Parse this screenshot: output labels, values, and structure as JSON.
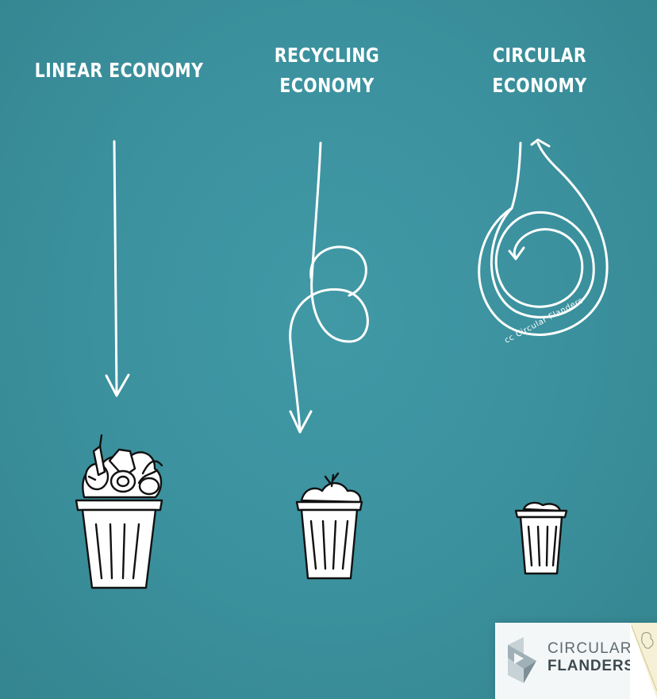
{
  "columns": [
    {
      "id": "linear",
      "title_lines": [
        "LINEAR ECONOMY"
      ]
    },
    {
      "id": "recycling",
      "title_lines": [
        "RECYCLING",
        "ECONOMY"
      ]
    },
    {
      "id": "circular",
      "title_lines": [
        "CIRCULAR",
        "ECONOMY"
      ]
    }
  ],
  "credit": "cc Circular Flanders",
  "logo": {
    "line1": "CIRCULAR",
    "line2": "FLANDERS"
  },
  "colors": {
    "background": "#3b8f9c",
    "ink": "#ffffff",
    "outline": "#111111"
  },
  "icons": [
    "straight-arrow-icon",
    "looped-arrow-icon",
    "spiral-arrow-icon",
    "full-trash-bin-icon",
    "half-trash-bin-icon",
    "small-trash-bin-icon",
    "flanders-lion-icon"
  ]
}
